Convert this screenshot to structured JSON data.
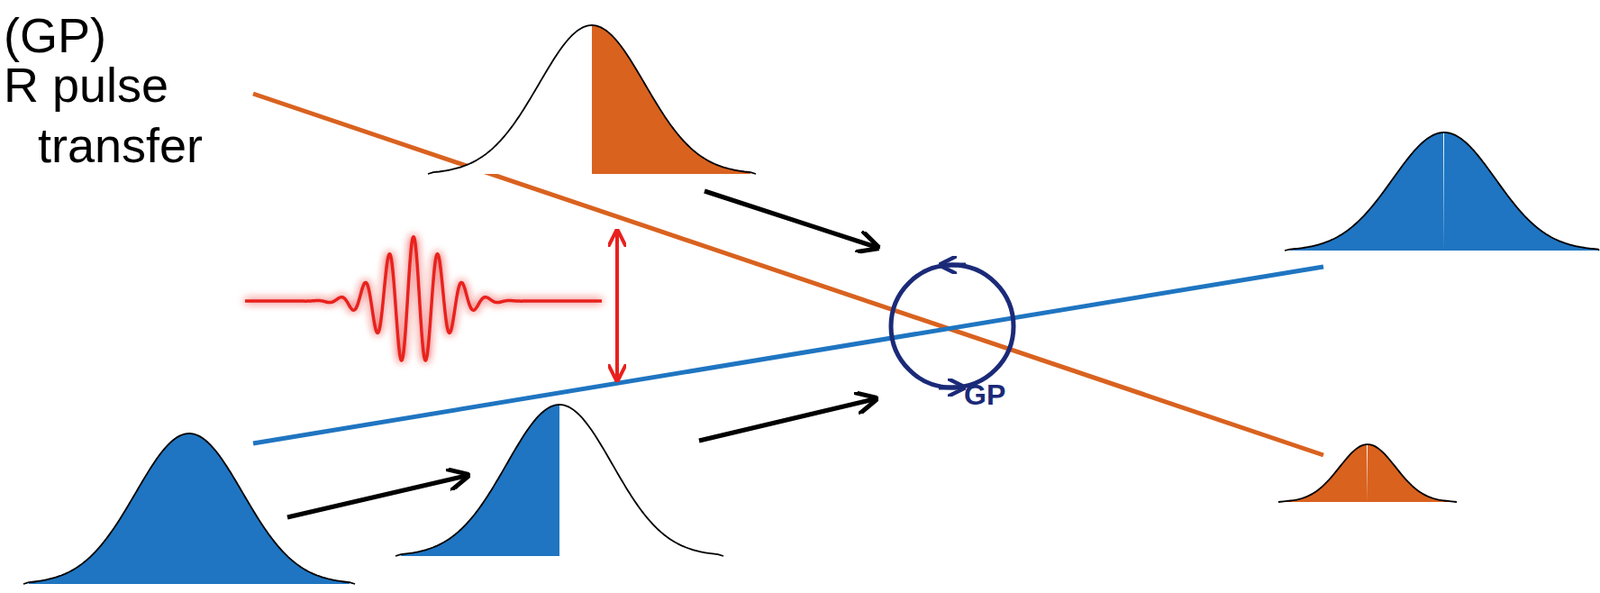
{
  "diagram": {
    "labels": [
      "(GP)",
      "R pulse",
      "transfer",
      "GP"
    ]
  }
}
